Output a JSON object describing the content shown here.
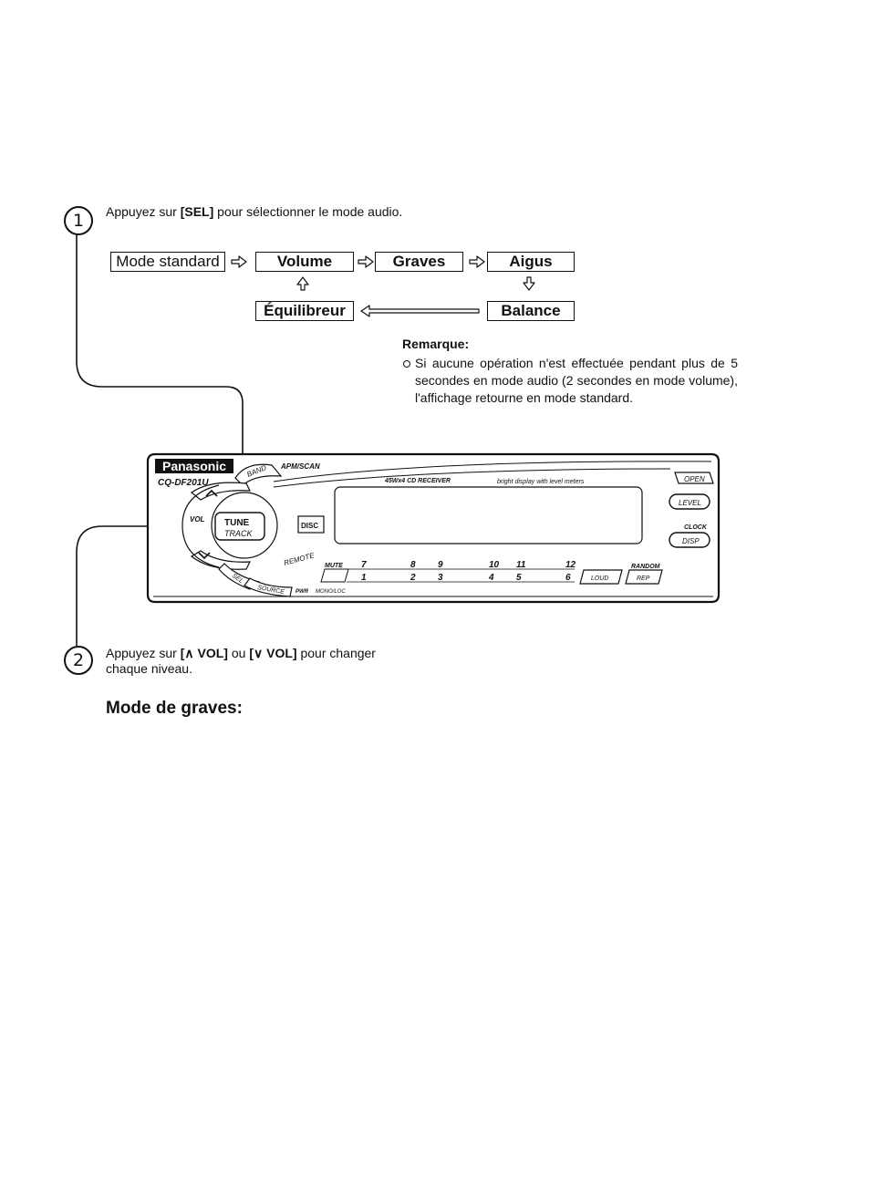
{
  "step1": {
    "number": "1",
    "text_pre": "Appuyez sur ",
    "key": "[SEL]",
    "text_post": " pour sélectionner le mode audio."
  },
  "flow": {
    "standard": "Mode standard",
    "volume": "Volume",
    "graves": "Graves",
    "aigus": "Aigus",
    "balance": "Balance",
    "equilibreur": "Équilibreur"
  },
  "remark": {
    "title": "Remarque:",
    "text": "Si aucune opération n'est effectuée pendant plus de 5 secondes en mode audio (2 secondes en mode volume), l'affichage retourne en mode standard."
  },
  "device": {
    "brand": "Panasonic",
    "model": "CQ-DF201U",
    "product": "45Wx4 CD RECEIVER",
    "tagline": "bright display with level meters",
    "buttons": {
      "band": "BAND",
      "apm_scan": "APM/SCAN",
      "open": "OPEN",
      "level": "LEVEL",
      "clock": "CLOCK",
      "disp": "DISP",
      "vol": "VOL",
      "tune": "TUNE",
      "track": "TRACK",
      "remote": "REMOTE",
      "mute": "MUTE",
      "sel": "SEL",
      "source": "SOURCE",
      "pwr": "PWR",
      "mono_loc": "MONO/LOC",
      "loud": "LOUD",
      "rep": "REP",
      "random": "RANDOM",
      "disc": "DISC"
    },
    "presets_top": [
      "7",
      "8",
      "9",
      "10",
      "11",
      "12"
    ],
    "presets_bottom": [
      "1",
      "2",
      "3",
      "4",
      "5",
      "6"
    ]
  },
  "step2": {
    "number": "2",
    "text_pre": "Appuyez sur ",
    "key_up": "[∧ VOL]",
    "text_mid": " ou ",
    "key_down": "[∨ VOL]",
    "text_post": " pour changer chaque niveau."
  },
  "section_title": "Mode de graves:"
}
